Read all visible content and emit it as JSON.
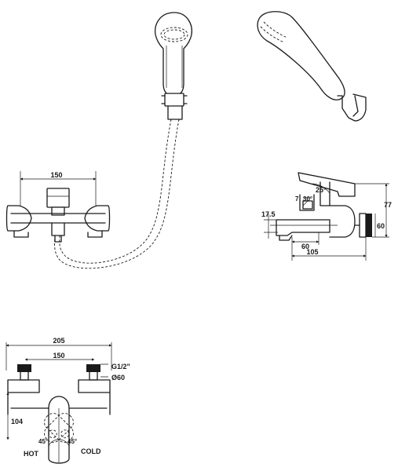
{
  "side_view": {
    "dim_width": "150"
  },
  "profile_view": {
    "dim_angle": "25°",
    "dim_height": "77",
    "dim_spout_offset": "17.5",
    "dim_small": "7",
    "dim_small_angle": "30°",
    "dim_flange": "60",
    "dim_60": "60",
    "dim_105": "105"
  },
  "top_view": {
    "dim_overall": "205",
    "dim_centers": "150",
    "thread_label": "G1/2\"",
    "flange_label": "Ø60",
    "dim_depth": "104",
    "angle_left": "45°",
    "angle_right": "45°",
    "hot_label": "HOT",
    "cold_label": "COLD"
  }
}
